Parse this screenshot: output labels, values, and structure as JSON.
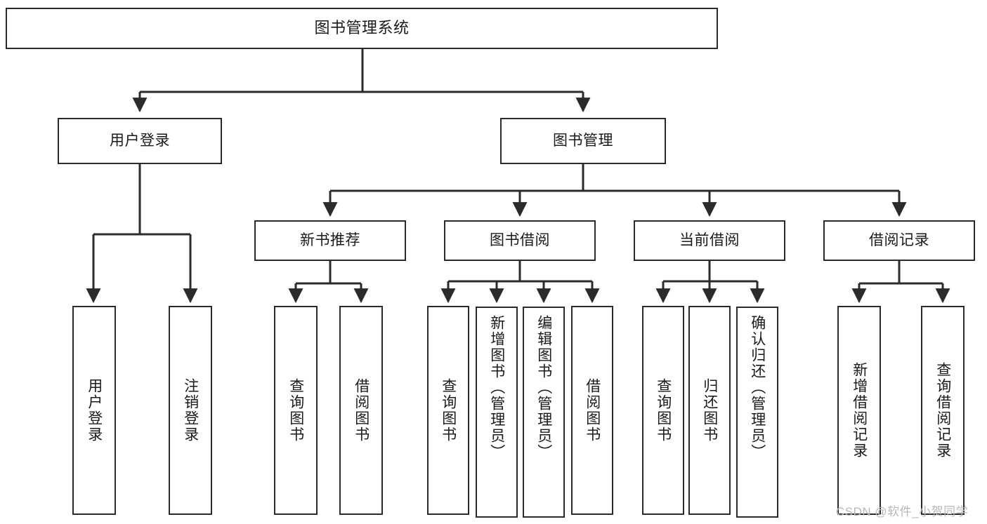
{
  "diagram": {
    "title": "图书管理系统",
    "type": "hierarchy-tree",
    "root": {
      "label": "图书管理系统"
    },
    "level2": [
      {
        "label": "用户登录"
      },
      {
        "label": "图书管理"
      }
    ],
    "level3": [
      {
        "label": "新书推荐"
      },
      {
        "label": "图书借阅"
      },
      {
        "label": "当前借阅"
      },
      {
        "label": "借阅记录"
      }
    ],
    "leaves": {
      "user_login": [
        {
          "label": "用户登录"
        },
        {
          "label": "注销登录"
        }
      ],
      "new_book_recommend": [
        {
          "label": "查询图书"
        },
        {
          "label": "借阅图书"
        }
      ],
      "book_borrow": [
        {
          "label": "查询图书"
        },
        {
          "label": "新增图书（管理员）"
        },
        {
          "label": "编辑图书（管理员）"
        },
        {
          "label": "借阅图书"
        }
      ],
      "current_borrow": [
        {
          "label": "查询图书"
        },
        {
          "label": "归还图书"
        },
        {
          "label": "确认归还（管理员）"
        }
      ],
      "borrow_records": [
        {
          "label": "新增借阅记录"
        },
        {
          "label": "查询借阅记录"
        }
      ]
    }
  },
  "watermark": {
    "text": "CSDN @软件_小贺同学"
  },
  "colors": {
    "stroke": "#2b2b2b",
    "background": "#ffffff",
    "text": "#1a1a1a",
    "watermark": "#b8b8b8"
  }
}
